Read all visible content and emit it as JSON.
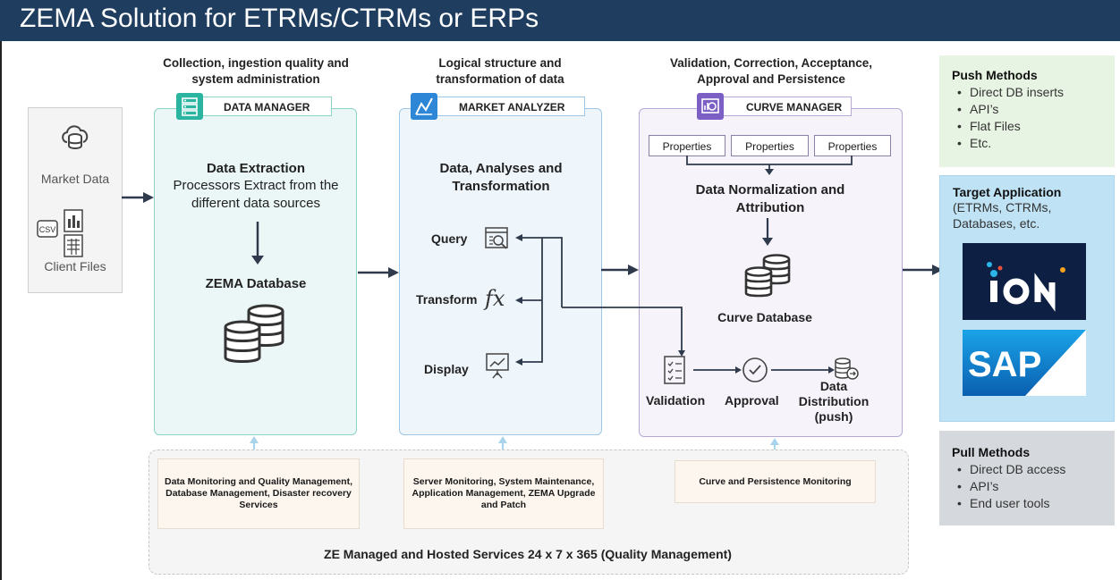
{
  "title": "ZEMA Solution for ETRMs/CTRMs or ERPs",
  "headers": {
    "dm": "Collection, ingestion quality and system administration",
    "ma": "Logical structure and transformation of data",
    "cm": "Validation, Correction, Acceptance, Approval and Persistence"
  },
  "source": {
    "market_data": "Market Data",
    "csv": "CSV",
    "client_files": "Client Files"
  },
  "data_manager": {
    "badge": "DATA MANAGER",
    "heading": "Data Extraction",
    "desc": "Processors Extract from the different data sources",
    "db_label": "ZEMA Database"
  },
  "market_analyzer": {
    "badge": "MARKET ANALYZER",
    "heading": "Data, Analyses and Transformation",
    "query": "Query",
    "transform": "Transform",
    "display": "Display"
  },
  "curve_manager": {
    "badge": "CURVE MANAGER",
    "properties": [
      "Properties",
      "Properties",
      "Properties"
    ],
    "heading": "Data Normalization and Attribution",
    "db_label": "Curve Database",
    "validation": "Validation",
    "approval": "Approval",
    "distribution": "Data Distribution (push)"
  },
  "services": {
    "dm": "Data Monitoring and Quality Management, Database Management, Disaster recovery Services",
    "ma": "Server Monitoring, System Maintenance, Application Management, ZEMA Upgrade and Patch",
    "cm": "Curve and Persistence Monitoring",
    "footer": "ZE Managed and Hosted Services 24 x 7 x 365  (Quality Management)"
  },
  "push": {
    "title": "Push Methods",
    "items": [
      "Direct DB inserts",
      "API’s",
      "Flat Files",
      "Etc."
    ]
  },
  "target": {
    "title": "Target Application",
    "desc": "(ETRMs, CTRMs, Databases, etc.",
    "ion_logo": "ION",
    "sap_logo": "SAP"
  },
  "pull": {
    "title": "Pull Methods",
    "items": [
      "Direct DB access",
      "API’s",
      "End user tools"
    ]
  },
  "colors": {
    "title_bar": "#1f3d5f",
    "dm_accent": "#2bb5a0",
    "ma_accent": "#2e86d6",
    "cm_accent": "#7b5fc4",
    "push_bg": "#e8f4e3",
    "target_bg": "#bfe3f5",
    "pull_bg": "#d5d9de"
  }
}
